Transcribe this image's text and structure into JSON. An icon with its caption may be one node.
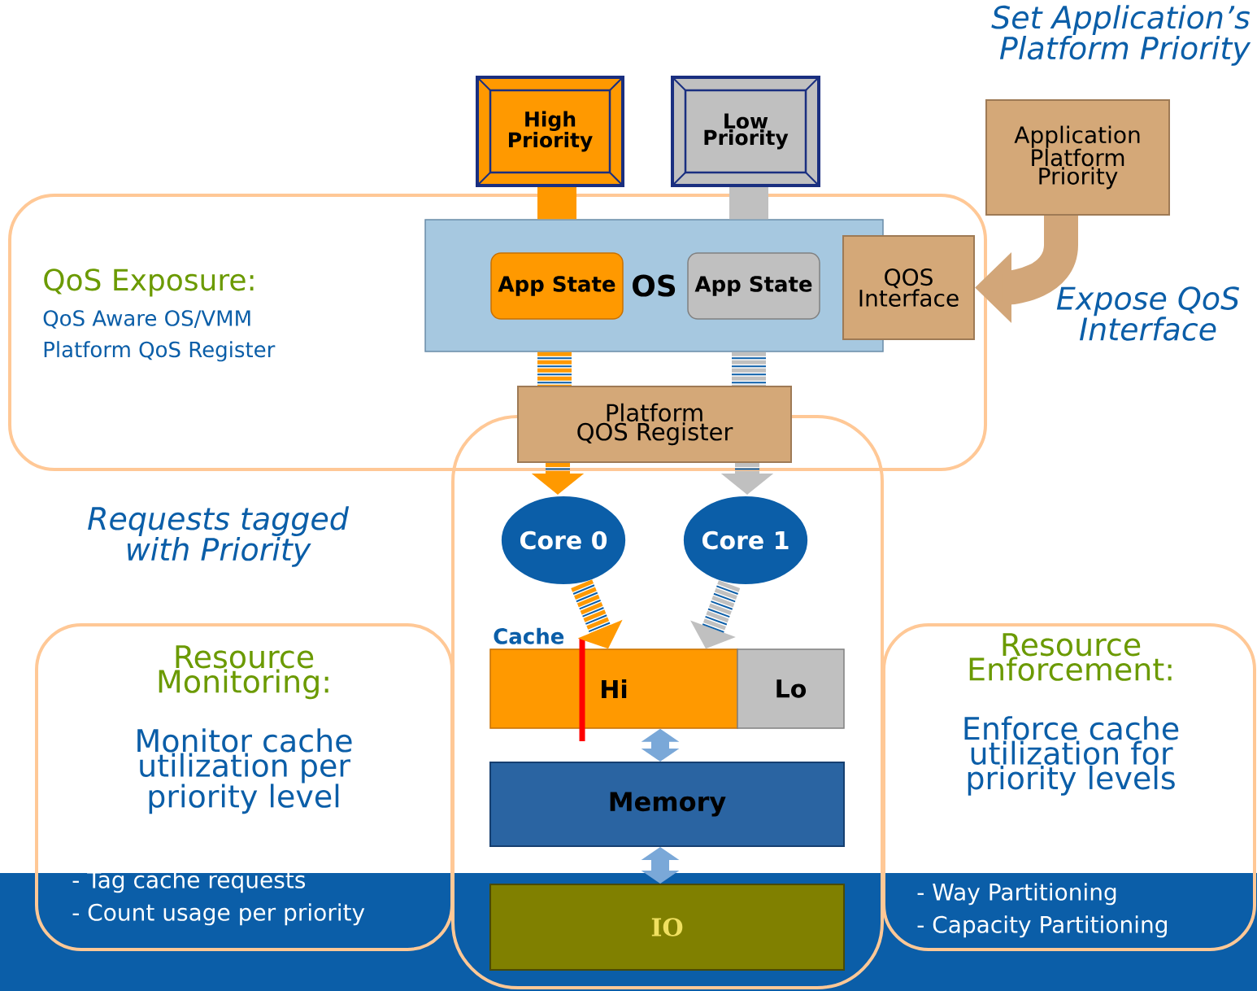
{
  "diagram": {
    "nodes": [
      {
        "text": [
          "QoS Exposure:",
          "QoS Aware OS/VMM",
          "Platform QoS Register"
        ]
      },
      {
        "text": [
          "High Priority"
        ]
      },
      {
        "text": [
          "Low Priority"
        ]
      },
      {
        "text": [
          "OS"
        ],
        "in": 0
      },
      {
        "text": [
          "App State"
        ],
        "in": 3
      },
      {
        "text": [
          "App State"
        ],
        "in": 3
      },
      {
        "text": [
          "QOS Interface"
        ],
        "in": 0
      },
      {
        "text": [
          "Application Platform Priority"
        ]
      },
      {
        "text": [
          "Platform QOS Register"
        ],
        "in": 0
      },
      {
        "text": [],
        "shape": "box"
      },
      {
        "text": [
          "Core 0"
        ],
        "in": 9
      },
      {
        "text": [
          "Core 1"
        ],
        "in": 9
      },
      {
        "text": [
          "Hi"
        ],
        "beside": [
          "Cache"
        ],
        "in": 9
      },
      {
        "text": [
          "Lo"
        ],
        "in": 9
      },
      {
        "text": [
          "Memory"
        ],
        "in": 9
      },
      {
        "text": [
          "IO"
        ],
        "in": 9
      },
      {
        "text": [
          "Resource Monitoring:",
          "Monitor cache utilization per priority level",
          "- Tag cache requests",
          "- Count usage per priority"
        ]
      },
      {
        "text": [
          "Resource Enforcement:",
          "Enforce cache utilization for priority levels",
          "- Way Partitioning",
          "- Capacity Partitioning"
        ]
      }
    ],
    "edges": [
      {
        "from": 1,
        "to": 3,
        "arrow": "none",
        "color": "#ff9900"
      },
      {
        "from": 2,
        "to": 3,
        "arrow": "none",
        "color": "#c0c0c0"
      },
      {
        "from": 3,
        "to": 8,
        "arrow": "none",
        "style": "dashed",
        "color": "#ff9900"
      },
      {
        "from": 3,
        "to": 8,
        "arrow": "none",
        "style": "dashed",
        "color": "#c0c0c0"
      },
      {
        "from": 8,
        "to": 10,
        "arrow": "to",
        "style": "dashed",
        "color": "#ff9900"
      },
      {
        "from": 8,
        "to": 11,
        "arrow": "to",
        "style": "dashed",
        "color": "#c0c0c0"
      },
      {
        "from": 10,
        "to": 12,
        "arrow": "to",
        "style": "dashed",
        "color": "#ff9900"
      },
      {
        "from": 11,
        "to": 12,
        "arrow": "to",
        "style": "dashed",
        "color": "#c0c0c0"
      },
      {
        "from": 12,
        "to": 14,
        "arrow": "both",
        "color": "#7aa8d8"
      },
      {
        "from": 14,
        "to": 15,
        "arrow": "both",
        "color": "#7aa8d8"
      },
      {
        "from": 7,
        "to": 6,
        "arrow": "to",
        "color": "#d2a679"
      }
    ],
    "labels": [
      "Set Application’s Platform Priority",
      "Expose QoS Interface",
      "Requests tagged with Priority"
    ]
  }
}
